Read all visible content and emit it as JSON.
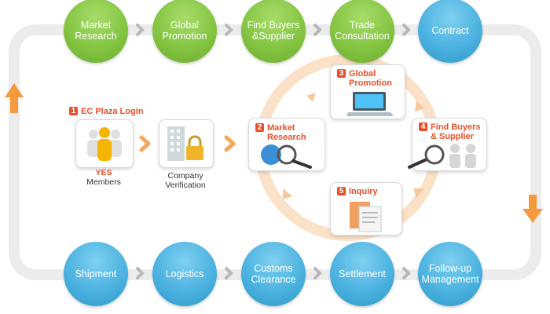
{
  "top_row": [
    {
      "label": "Market Research"
    },
    {
      "label": "Global Promotion"
    },
    {
      "label": "Find Buyers &Supplier"
    },
    {
      "label": "Trade Consultation"
    },
    {
      "label": "Contract"
    }
  ],
  "bottom_row": [
    {
      "label": "Shipment"
    },
    {
      "label": "Logistics"
    },
    {
      "label": "Customs Clearance"
    },
    {
      "label": "Settlement"
    },
    {
      "label": "Follow-up Management"
    }
  ],
  "login": {
    "number": "1",
    "title": "EC Plaza Login",
    "yes": "YES",
    "members": "Members",
    "verification": "Company Verification"
  },
  "cycle": [
    {
      "number": "2",
      "label": "Market Research"
    },
    {
      "number": "3",
      "label": "Global Promotion"
    },
    {
      "number": "4",
      "label": "Find Buyers & Supplier"
    },
    {
      "number": "5",
      "label": "Inquiry"
    }
  ],
  "colors": {
    "green": "#84c542",
    "blue": "#4bb2e0",
    "orange": "#e8502a",
    "track": "#ececec",
    "cycle_ring": "#fbd8b8"
  }
}
